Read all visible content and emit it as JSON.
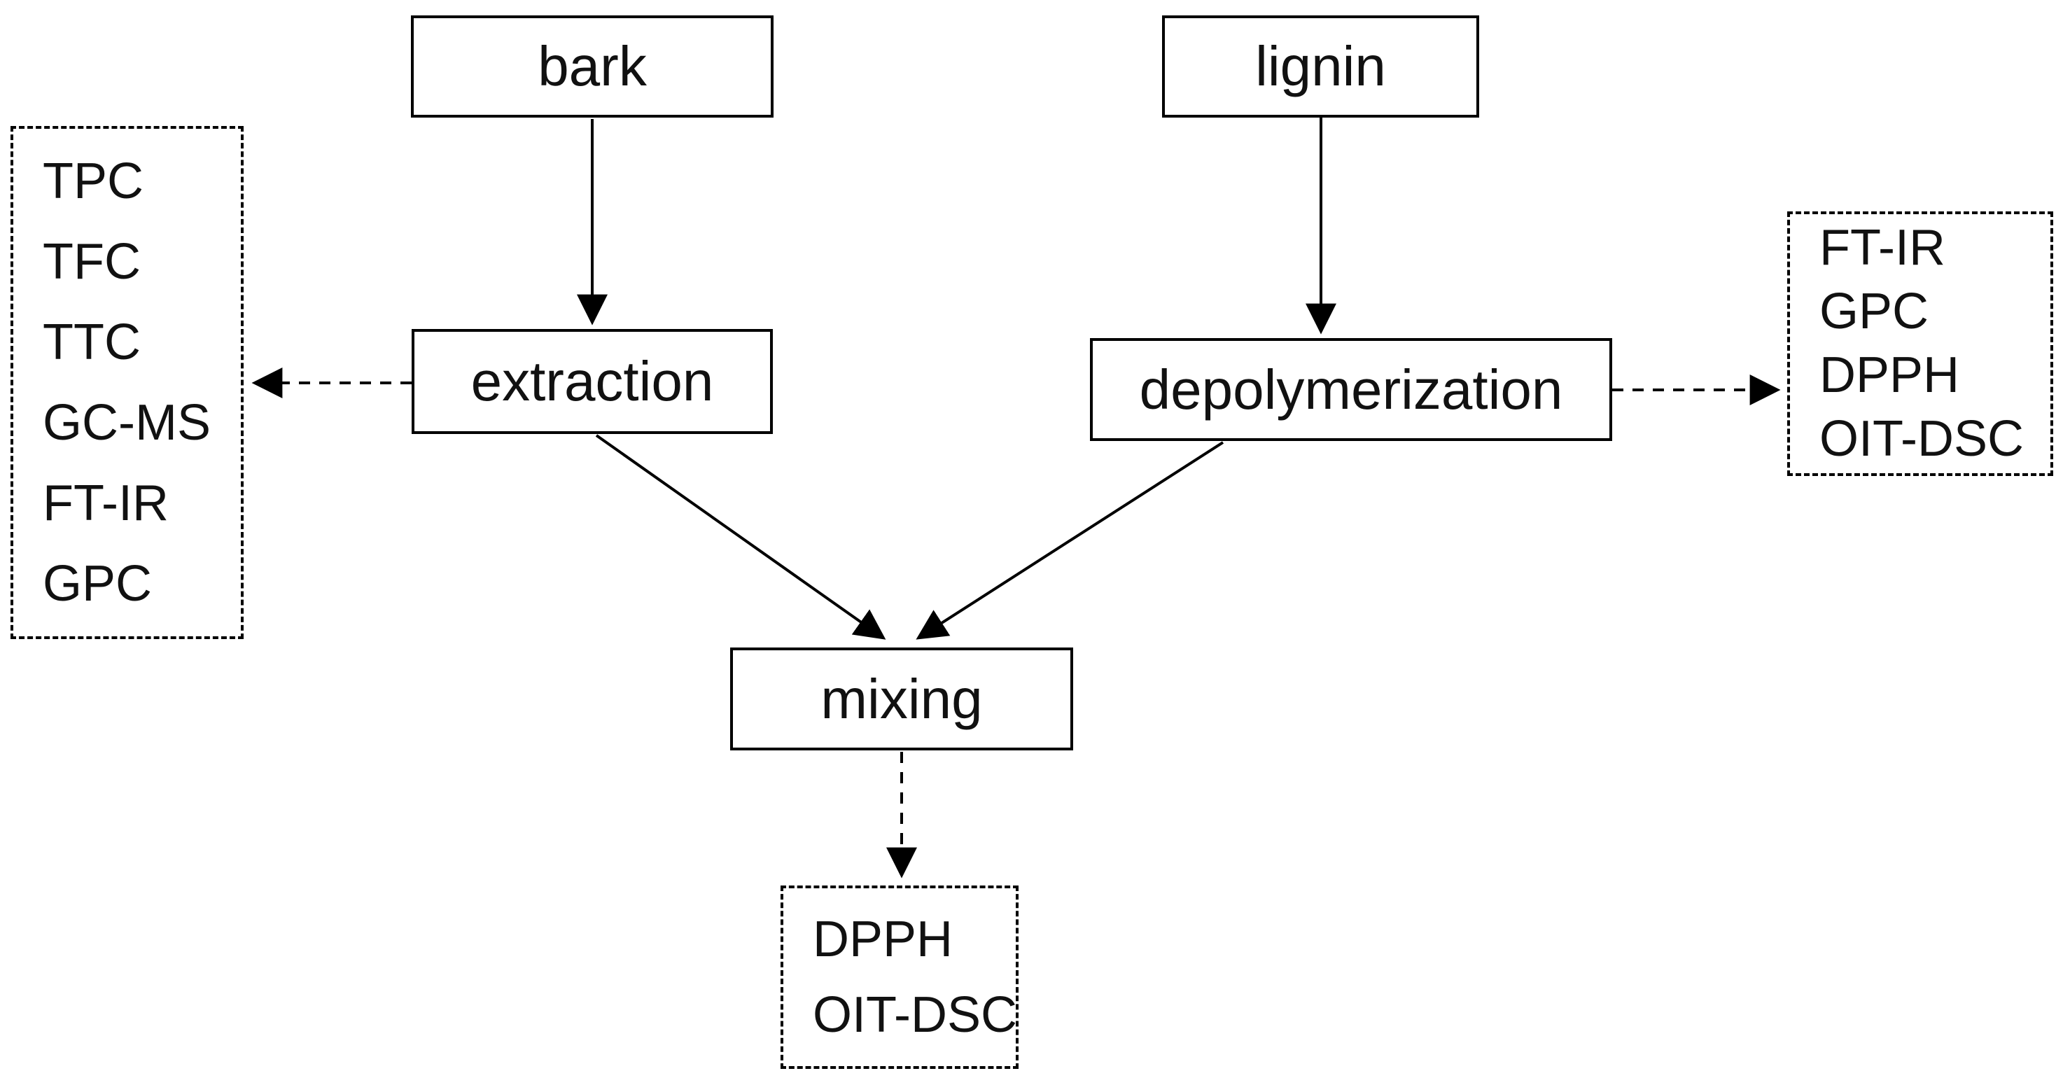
{
  "diagram": {
    "background_color": "#ffffff",
    "line_color": "#000000",
    "text_color": "#111111",
    "nodes": {
      "bark": {
        "label": "bark"
      },
      "lignin": {
        "label": "lignin"
      },
      "extraction": {
        "label": "extraction"
      },
      "depolymerization": {
        "label": "depolymerization"
      },
      "mixing": {
        "label": "mixing"
      }
    },
    "analysis_boxes": {
      "extraction_methods": {
        "items": [
          "TPC",
          "TFC",
          "TTC",
          "GC-MS",
          "FT-IR",
          "GPC"
        ]
      },
      "depolymerization_methods": {
        "items": [
          "FT-IR",
          "GPC",
          "DPPH",
          "OIT-DSC"
        ]
      },
      "mixing_methods": {
        "items": [
          "DPPH",
          "OIT-DSC"
        ]
      }
    },
    "edges": [
      {
        "from": "bark",
        "to": "extraction",
        "style": "solid-arrow"
      },
      {
        "from": "lignin",
        "to": "depolymerization",
        "style": "solid-arrow"
      },
      {
        "from": "extraction",
        "to": "extraction_methods",
        "style": "dashed-arrow"
      },
      {
        "from": "depolymerization",
        "to": "depolymerization_methods",
        "style": "dashed-arrow"
      },
      {
        "from": "extraction",
        "to": "mixing",
        "style": "solid-arrow"
      },
      {
        "from": "depolymerization",
        "to": "mixing",
        "style": "solid-arrow"
      },
      {
        "from": "mixing",
        "to": "mixing_methods",
        "style": "dashed-arrow"
      }
    ]
  }
}
